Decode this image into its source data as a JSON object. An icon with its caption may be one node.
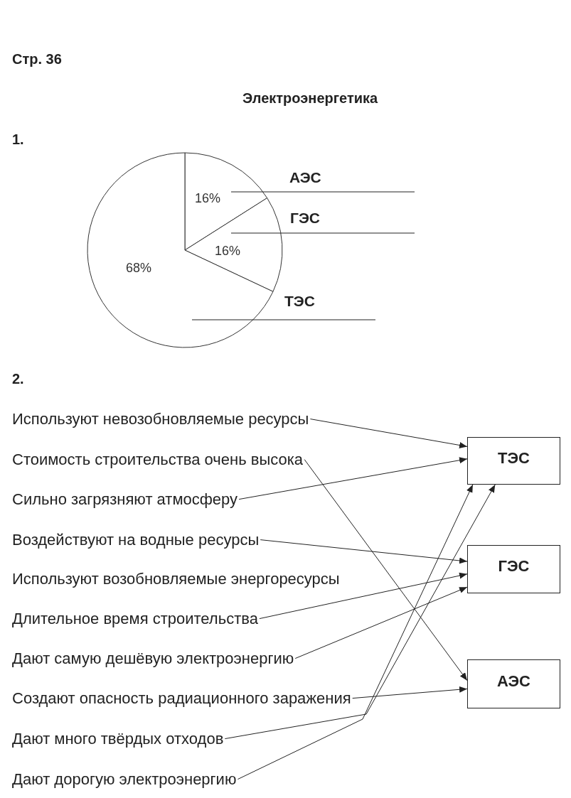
{
  "diagram": {
    "title": "Электроэнергетика",
    "nodes": [
      {
        "text": [
          "Используют невозобновляемые ресурсы"
        ]
      },
      {
        "text": [
          "Стоимость строительства очень высока"
        ]
      },
      {
        "text": [
          "Сильно загрязняют атмосферу"
        ]
      },
      {
        "text": [
          "Воздействуют на водные ресурсы"
        ]
      },
      {
        "text": [
          "Используют возобновляемые энергоресурсы"
        ]
      },
      {
        "text": [
          "Длительное время строительства"
        ]
      },
      {
        "text": [
          "Дают самую дешёвую электроэнергию"
        ]
      },
      {
        "text": [
          "Создают опасность радиационного заражения"
        ]
      },
      {
        "text": [
          "Дают много твёрдых отходов"
        ]
      },
      {
        "text": [
          "Дают дорогую электроэнергию"
        ]
      },
      {
        "text": [
          "ТЭС"
        ]
      },
      {
        "text": [
          "ГЭС"
        ]
      },
      {
        "text": [
          "АЭС"
        ]
      }
    ],
    "edges": [
      {
        "from": 0,
        "to": 10,
        "arrow": "to"
      },
      {
        "from": 1,
        "to": 12,
        "arrow": "to"
      },
      {
        "from": 2,
        "to": 10,
        "arrow": "to"
      },
      {
        "from": 3,
        "to": 11,
        "arrow": "to"
      },
      {
        "from": 5,
        "to": 11,
        "arrow": "to"
      },
      {
        "from": 6,
        "to": 11,
        "arrow": "to"
      },
      {
        "from": 7,
        "to": 12,
        "arrow": "to"
      },
      {
        "from": 8,
        "to": 10,
        "arrow": "to"
      },
      {
        "from": 9,
        "to": 10,
        "arrow": "to"
      }
    ],
    "labels": [
      "Стр. 36",
      "1.",
      "2."
    ],
    "chart_data": {
      "type": "pie",
      "categories": [
        "АЭС",
        "ГЭС",
        "ТЭС"
      ],
      "values": [
        16,
        16,
        68
      ],
      "value_labels": [
        "16%",
        "16%",
        "68%"
      ]
    }
  }
}
